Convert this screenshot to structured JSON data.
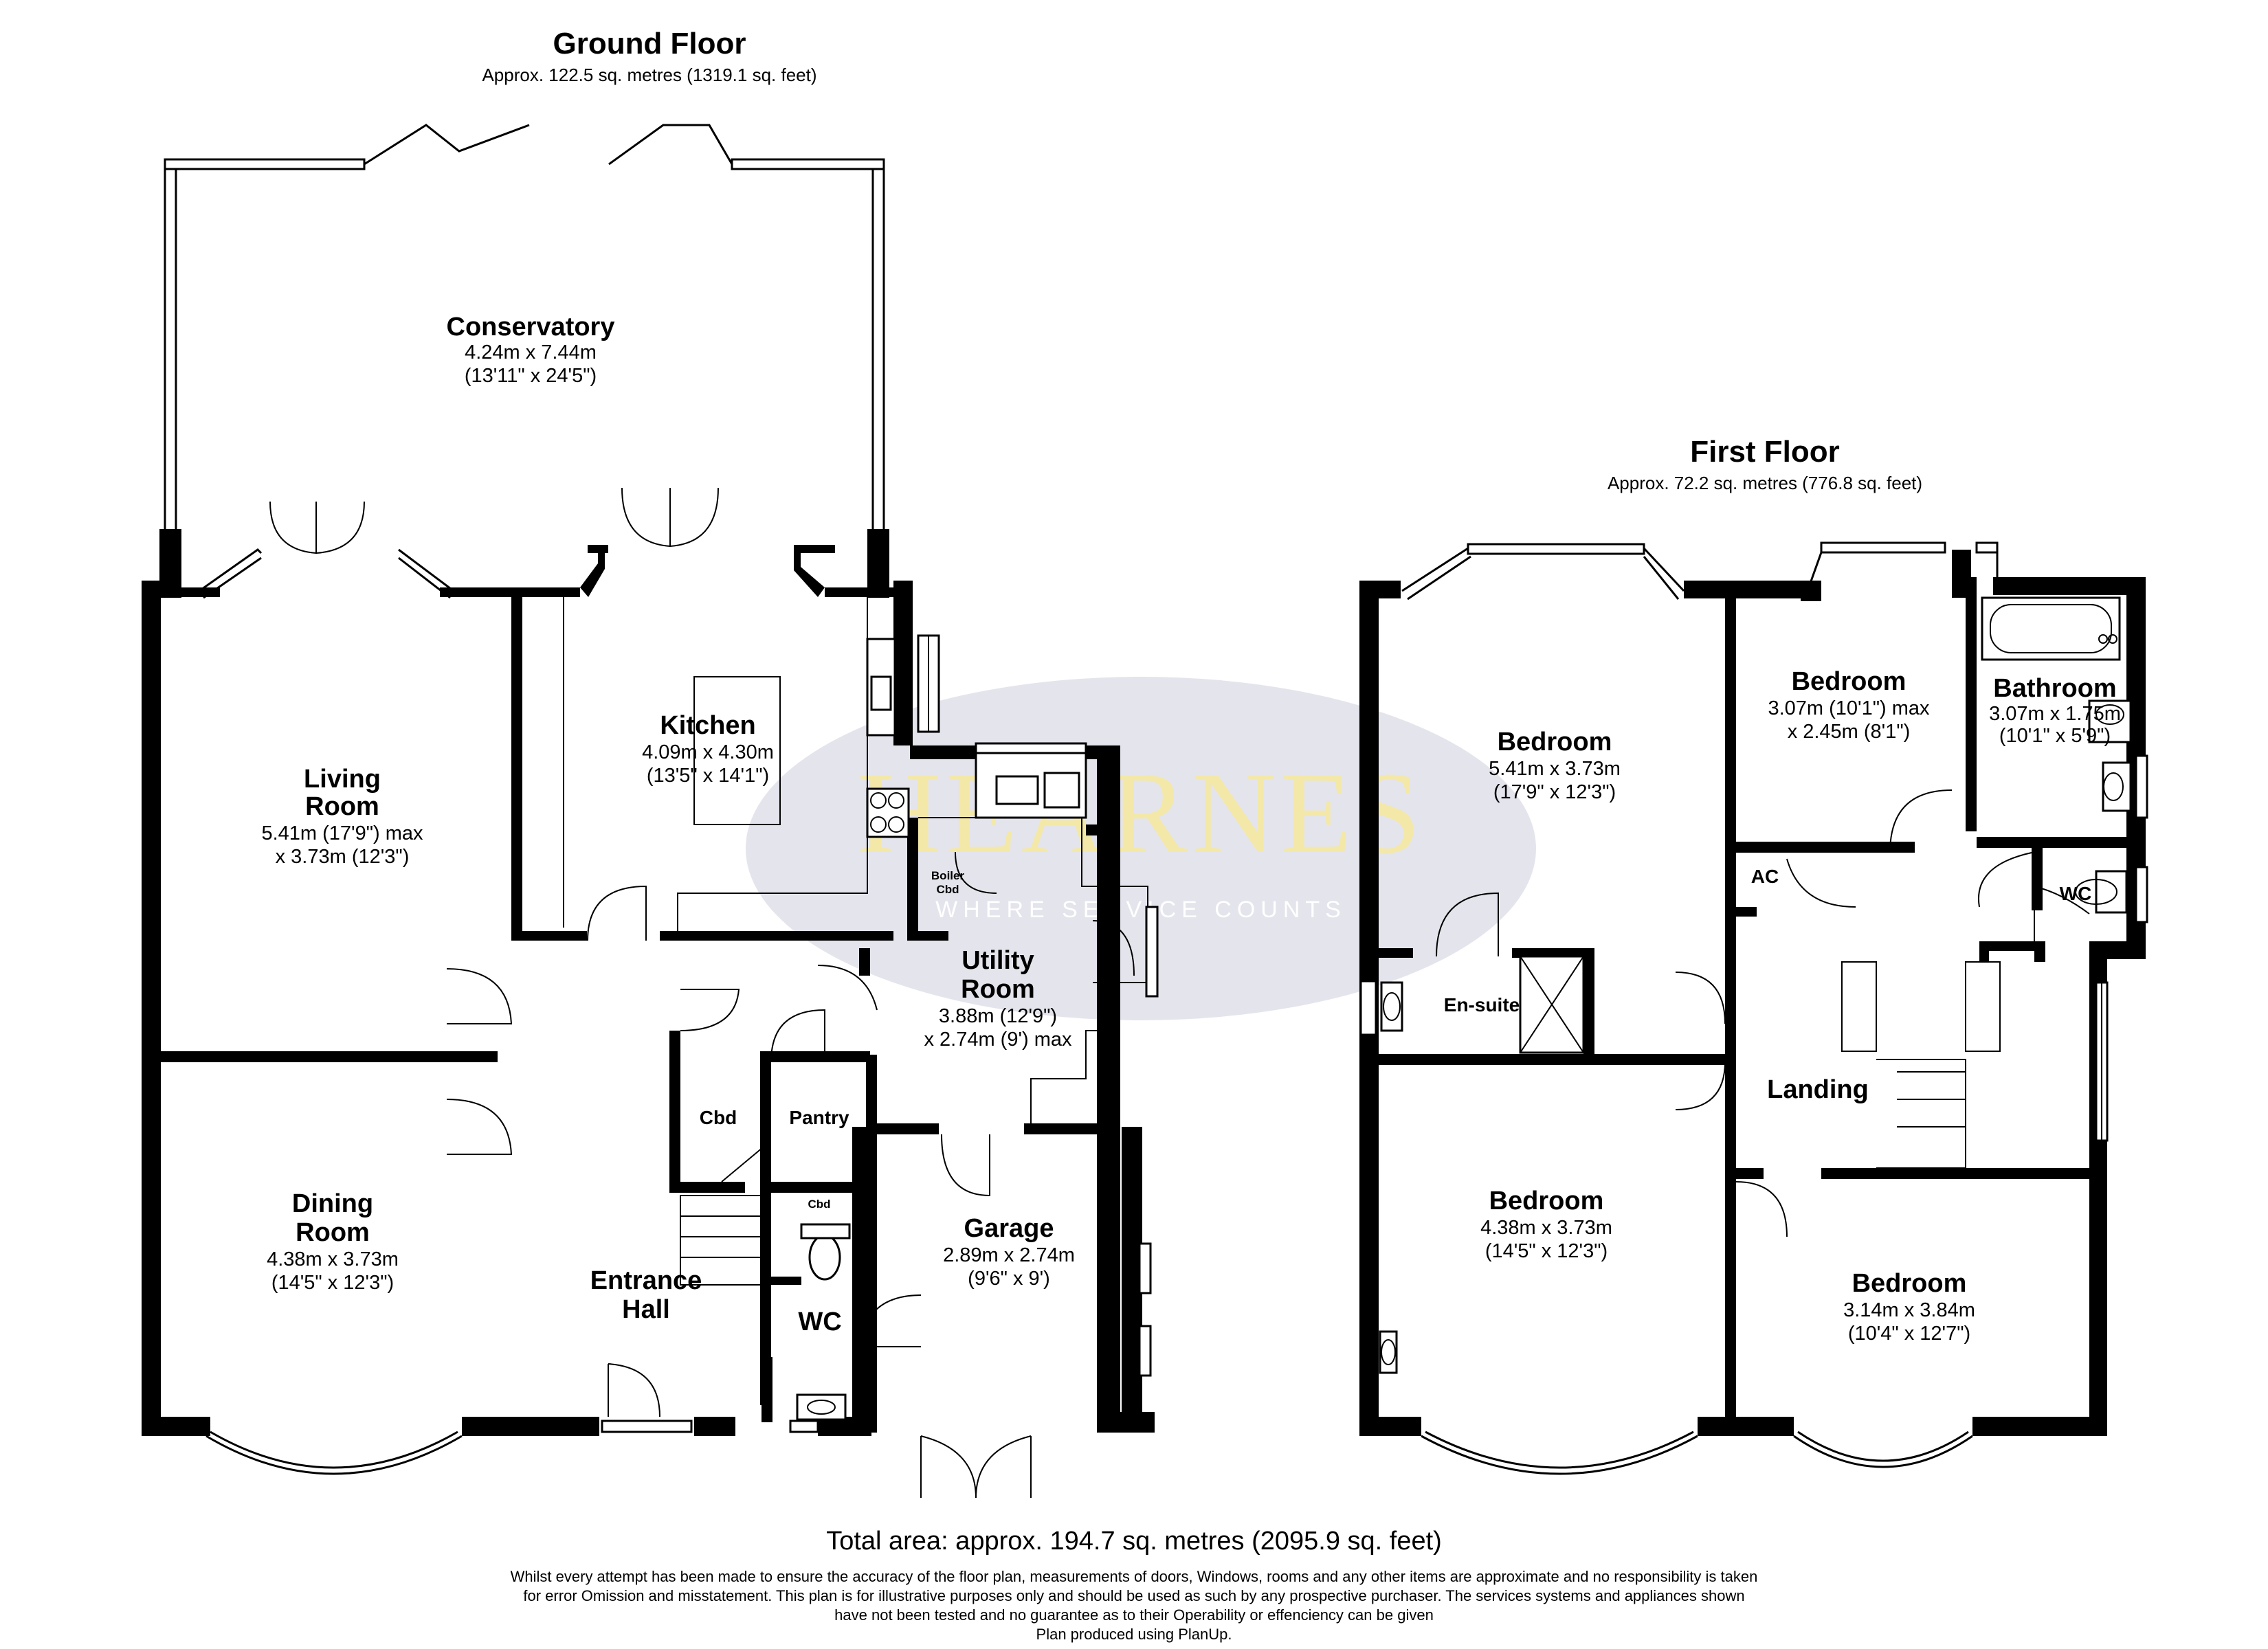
{
  "ground_floor": {
    "title": "Ground Floor",
    "area": "Approx. 122.5 sq. metres (1319.1 sq. feet)",
    "rooms": [
      {
        "name": "Conservatory",
        "dims": [
          "4.24m x 7.44m",
          "(13'11\" x 24'5\")"
        ]
      },
      {
        "name": "Kitchen",
        "dims": [
          "4.09m x 4.30m",
          "(13'5\" x 14'1\")"
        ]
      },
      {
        "name": "Living Room",
        "name_lines": [
          "Living",
          "Room"
        ],
        "dims": [
          "5.41m (17'9\") max",
          "x 3.73m (12'3\")"
        ]
      },
      {
        "name": "Dining Room",
        "name_lines": [
          "Dining",
          "Room"
        ],
        "dims": [
          "4.38m x 3.73m",
          "(14'5\" x 12'3\")"
        ]
      },
      {
        "name": "Utility Room",
        "name_lines": [
          "Utility",
          "Room"
        ],
        "dims": [
          "3.88m (12'9\")",
          "x 2.74m (9') max"
        ]
      },
      {
        "name": "Garage",
        "dims": [
          "2.89m x 2.74m",
          "(9'6\" x 9')"
        ]
      },
      {
        "name": "Entrance Hall",
        "name_lines": [
          "Entrance",
          "Hall"
        ],
        "dims": []
      }
    ],
    "labels": {
      "cbd": "Cbd",
      "pantry": "Pantry",
      "wc": "WC",
      "wc_cbd": "Cbd",
      "boiler_line1": "Boiler",
      "boiler_line2": "Cbd"
    }
  },
  "first_floor": {
    "title": "First Floor",
    "area": "Approx. 72.2 sq. metres (776.8 sq. feet)",
    "rooms": [
      {
        "name": "Bedroom",
        "dims": [
          "5.41m x 3.73m",
          "(17'9\" x 12'3\")"
        ]
      },
      {
        "name": "Bedroom",
        "dims": [
          "3.07m (10'1\") max",
          "x 2.45m (8'1\")"
        ]
      },
      {
        "name": "Bathroom",
        "dims": [
          "3.07m x 1.75m",
          "(10'1\" x 5'9\")"
        ]
      },
      {
        "name": "Bedroom",
        "dims": [
          "4.38m x 3.73m",
          "(14'5\" x 12'3\")"
        ]
      },
      {
        "name": "Bedroom",
        "dims": [
          "3.14m x 3.84m",
          "(10'4\" x 12'7\")"
        ]
      },
      {
        "name": "Landing",
        "dims": []
      }
    ],
    "labels": {
      "en_suite": "En-suite",
      "ac": "AC",
      "wc": "WC"
    }
  },
  "watermark": {
    "brand": "HEARNES",
    "tagline": "WHERE SERVICE COUNTS",
    "color": "#e6e6ee"
  },
  "footer": {
    "total": "Total area: approx. 194.7 sq. metres (2095.9 sq. feet)",
    "disclaimer": [
      "Whilst every attempt has been made to ensure the accuracy of the floor plan, measurements of doors, Windows, rooms and any other items are approximate and no responsibility is taken",
      "for error Omission and misstatement. This plan is for illustrative purposes only and should be used as such by any prospective purchaser. The services systems and appliances shown",
      "have not been tested and no guarantee as to their Operability or effenciency can be given",
      "Plan produced using PlanUp."
    ]
  }
}
